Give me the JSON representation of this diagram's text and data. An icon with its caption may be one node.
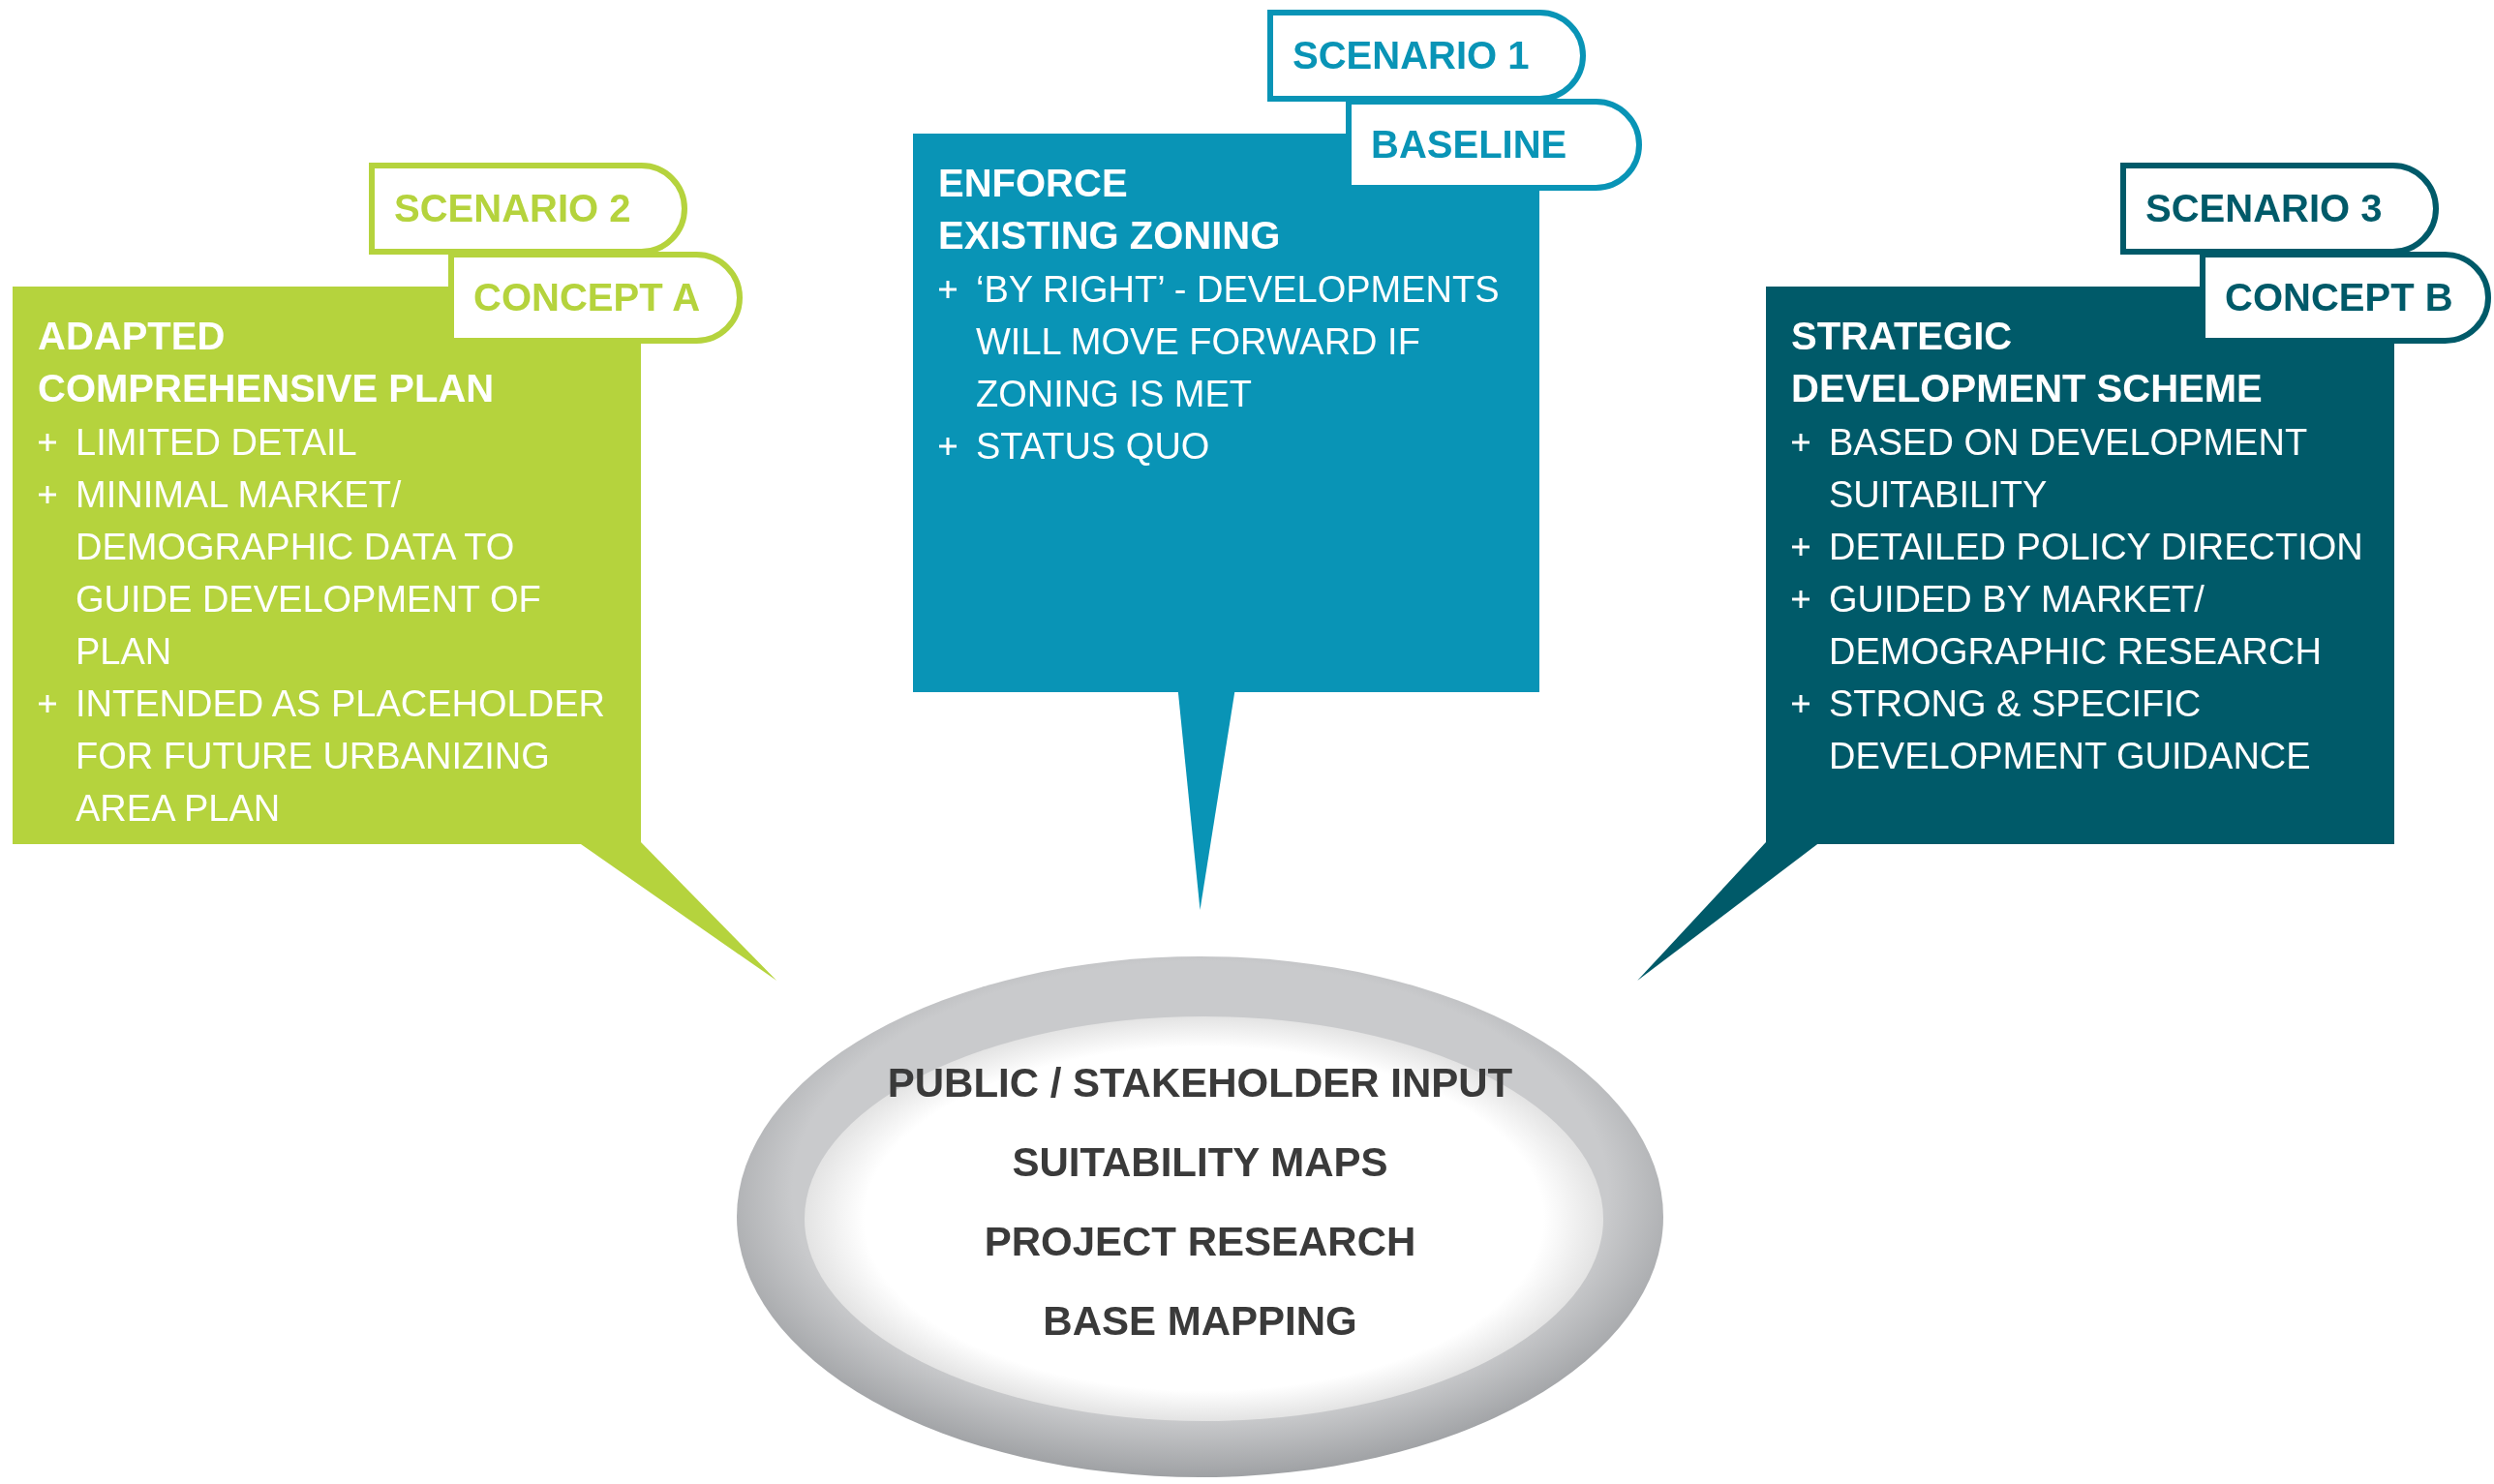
{
  "diagram": {
    "nodes": [
      {
        "text": [
          "SCENARIO 2"
        ]
      },
      {
        "text": [
          "CONCEPT A"
        ]
      },
      {
        "text": [
          "ADAPTED COMPREHENSIVE PLAN",
          "LIMITED DETAIL",
          "MINIMAL MARKET/ DEMOGRAPHIC DATA TO GUIDE DEVELOPMENT OF PLAN",
          "INTENDED AS PLACEHOLDER FOR FUTURE URBANIZING AREA PLAN"
        ]
      },
      {
        "text": [
          "SCENARIO 1"
        ]
      },
      {
        "text": [
          "BASELINE"
        ]
      },
      {
        "text": [
          "ENFORCE EXISTING ZONING",
          "‘BY RIGHT’ - DEVELOPMENTS WILL MOVE FORWARD IF ZONING IS MET",
          "STATUS QUO"
        ]
      },
      {
        "text": [
          "SCENARIO 3"
        ]
      },
      {
        "text": [
          "CONCEPT B"
        ]
      },
      {
        "text": [
          "STRATEGIC DEVELOPMENT SCHEME",
          "BASED ON DEVELOPMENT SUITABILITY",
          "DETAILED POLICY DIRECTION",
          "GUIDED BY MARKET/ DEMOGRAPHIC RESEARCH",
          "STRONG & SPECIFIC DEVELOPMENT GUIDANCE"
        ]
      },
      {
        "text": [
          "PUBLIC / STAKEHOLDER INPUT",
          "SUITABILITY MAPS",
          "PROJECT RESEARCH",
          "BASE MAPPING"
        ]
      }
    ],
    "edges": [
      {
        "from": 2,
        "to": 9,
        "arrow": "none",
        "color": "#b5d33d"
      },
      {
        "from": 5,
        "to": 9,
        "arrow": "none",
        "color": "#0994b6"
      },
      {
        "from": 8,
        "to": 9,
        "arrow": "none",
        "color": "#005a69"
      }
    ]
  }
}
